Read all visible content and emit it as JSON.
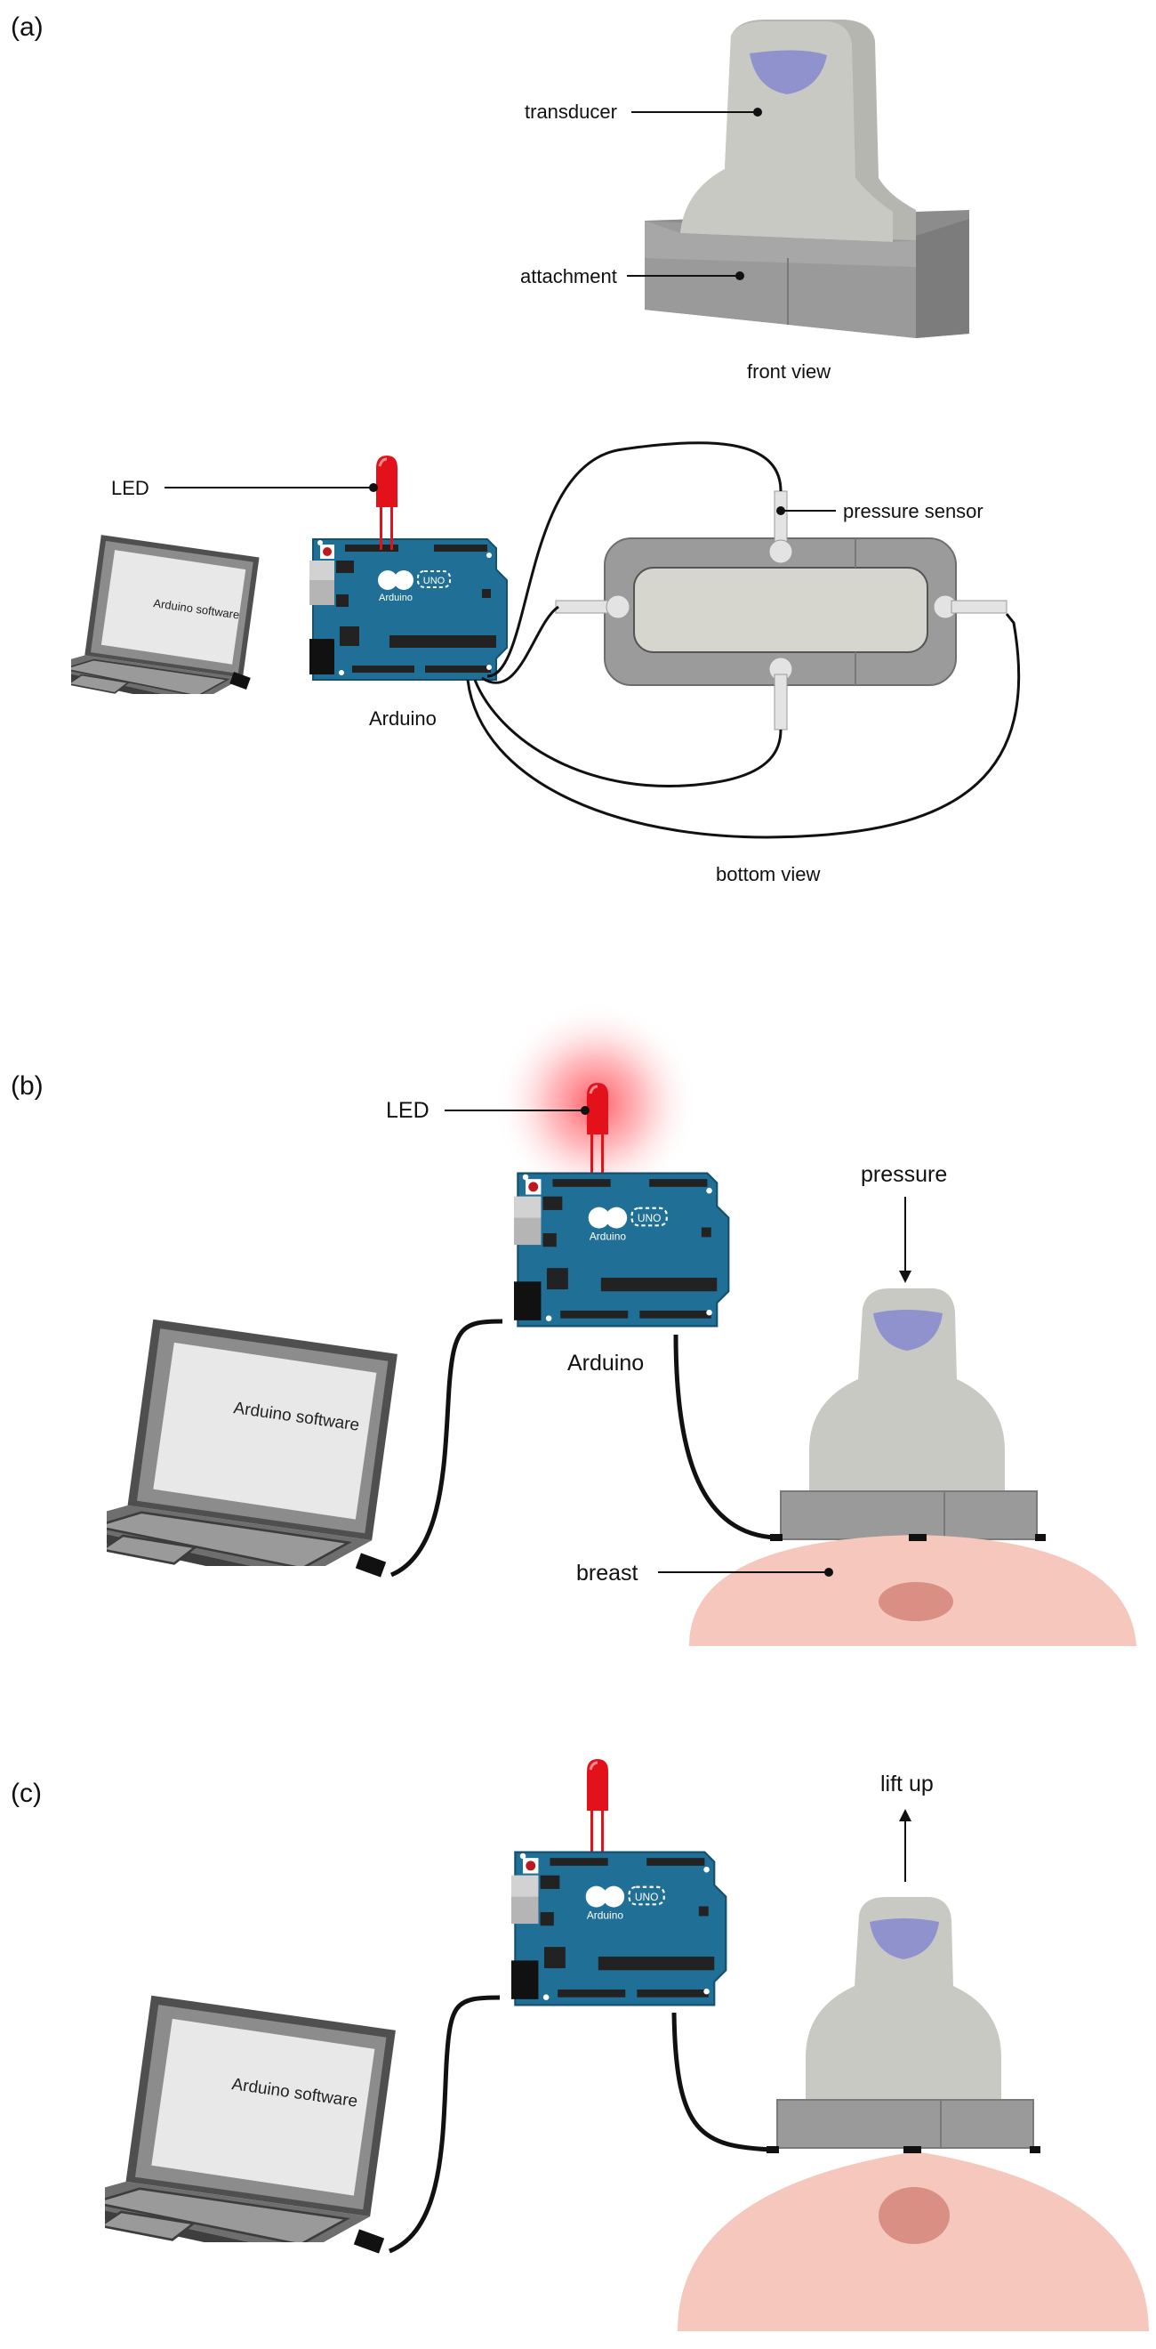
{
  "panels": {
    "a": {
      "tag": "(a)",
      "labels": {
        "transducer": "transducer",
        "attachment": "attachment",
        "front_view": "front view",
        "led": "LED",
        "pressure_sensor": "pressure sensor",
        "arduino": "Arduino",
        "bottom_view": "bottom view"
      },
      "screen_text": "Arduino software",
      "board_text": "Arduino",
      "board_badge": "UNO"
    },
    "b": {
      "tag": "(b)",
      "labels": {
        "led": "LED",
        "arduino": "Arduino",
        "pressure": "pressure",
        "breast": "breast"
      },
      "screen_text": "Arduino software",
      "board_text": "Arduino",
      "board_badge": "UNO"
    },
    "c": {
      "tag": "(c)",
      "labels": {
        "lift_up": "lift up"
      },
      "screen_text": "Arduino software",
      "board_text": "Arduino",
      "board_badge": "UNO"
    }
  },
  "colors": {
    "board": "#1f6f96",
    "led": "#e3121a",
    "led_glow": "#ff4d55",
    "transducer": "#c9c9c4",
    "transducer_window": "#8f92cc",
    "attachment": "#9a9a9a",
    "breast": "#f5c7bd",
    "nipple": "#d98f84",
    "laptop": "#6f6f6f",
    "screen": "#e6e6e6"
  }
}
